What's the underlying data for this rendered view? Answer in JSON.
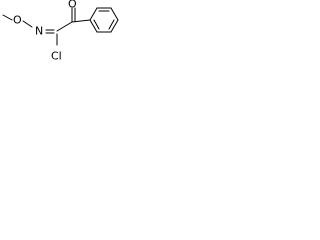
{
  "molecule": {
    "atoms": {
      "o_methoxy": "O",
      "n_oxime": "N",
      "o_carbonyl": "O",
      "cl": "Cl"
    }
  }
}
